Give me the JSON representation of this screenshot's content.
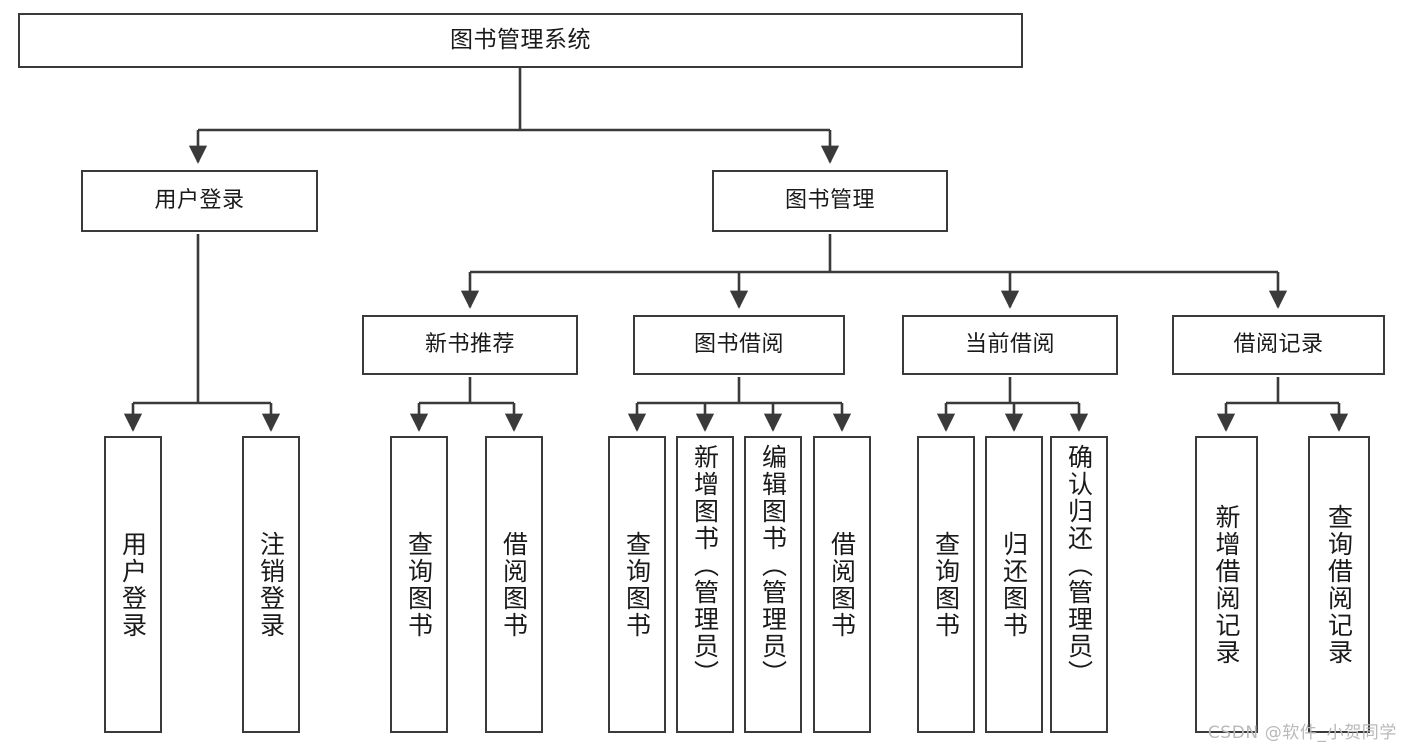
{
  "diagram": {
    "title": "图书管理系统",
    "watermark": "CSDN @软件_小贺同学",
    "line_color": "#3a3a3a",
    "box_fill": "#ffffff",
    "text_color": "#1a1a1a",
    "root": {
      "label": "图书管理系统"
    },
    "level2": [
      {
        "label": "用户登录"
      },
      {
        "label": "图书管理"
      }
    ],
    "level3": [
      {
        "label": "新书推荐"
      },
      {
        "label": "图书借阅"
      },
      {
        "label": "当前借阅"
      },
      {
        "label": "借阅记录"
      }
    ],
    "leaves": {
      "user_login": [
        {
          "label": "用户登录"
        },
        {
          "label": "注销登录"
        }
      ],
      "new_book_recommend": [
        {
          "label": "查询图书"
        },
        {
          "label": "借阅图书"
        }
      ],
      "book_borrow": [
        {
          "label": "查询图书"
        },
        {
          "label": "新增图书（管理员）"
        },
        {
          "label": "编辑图书（管理员）"
        },
        {
          "label": "借阅图书"
        }
      ],
      "current_borrow": [
        {
          "label": "查询图书"
        },
        {
          "label": "归还图书"
        },
        {
          "label": "确认归还（管理员）"
        }
      ],
      "borrow_record": [
        {
          "label": "新增借阅记录"
        },
        {
          "label": "查询借阅记录"
        }
      ]
    }
  }
}
